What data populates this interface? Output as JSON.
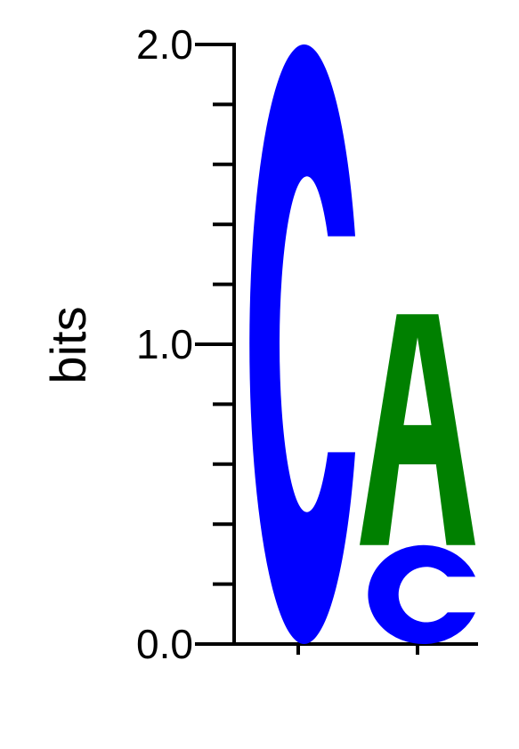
{
  "chart_data": {
    "type": "sequence-logo",
    "ylabel": "bits",
    "ylim": [
      0,
      2
    ],
    "yticks": [
      {
        "value": 0,
        "label": "0.0"
      },
      {
        "value": 1,
        "label": "1.0"
      },
      {
        "value": 2,
        "label": "2.0"
      }
    ],
    "minor_tick_step": 0.2,
    "positions": [
      {
        "stack": [
          {
            "letter": "C",
            "bits": 2.0
          }
        ]
      },
      {
        "stack": [
          {
            "letter": "C",
            "bits": 0.33
          },
          {
            "letter": "A",
            "bits": 0.77
          }
        ]
      }
    ],
    "colors": {
      "C": "#0000ff",
      "A": "#008000",
      "G": "#ffa500",
      "T": "#ff0000"
    }
  }
}
